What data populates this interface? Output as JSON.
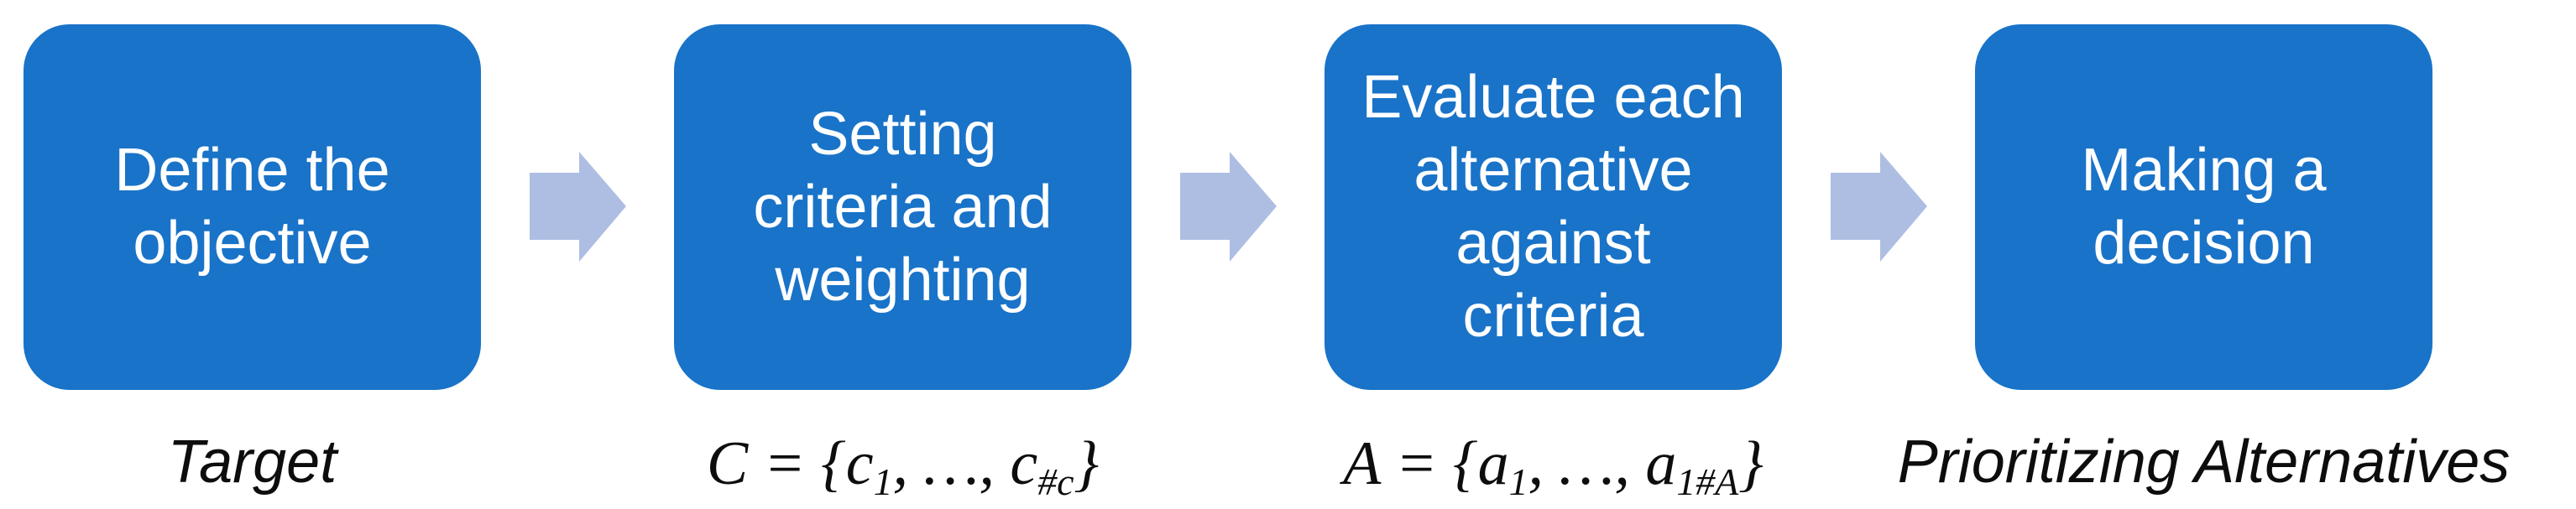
{
  "colors": {
    "box_fill": "#1973C8",
    "arrow_fill": "#AEBEE3",
    "box_text": "#FFFFFF",
    "caption_text": "#0D0D0D",
    "background": "#FFFFFF"
  },
  "steps": [
    {
      "box_text": "Define the\nobjective",
      "caption": "Target"
    },
    {
      "box_text": "Setting\ncriteria and\nweighting",
      "formula": {
        "pre": "C = {c",
        "sub1": "1",
        "mid": ", …, c",
        "sub2": "#c",
        "post": "}"
      }
    },
    {
      "box_text": "Evaluate each\nalternative\nagainst\ncriteria",
      "formula": {
        "pre": "A = {a",
        "sub1": "1",
        "mid": ", …, a",
        "sub2": "1#A",
        "post": "}"
      }
    },
    {
      "box_text": "Making a\ndecision",
      "caption": "Prioritizing Alternatives"
    }
  ]
}
